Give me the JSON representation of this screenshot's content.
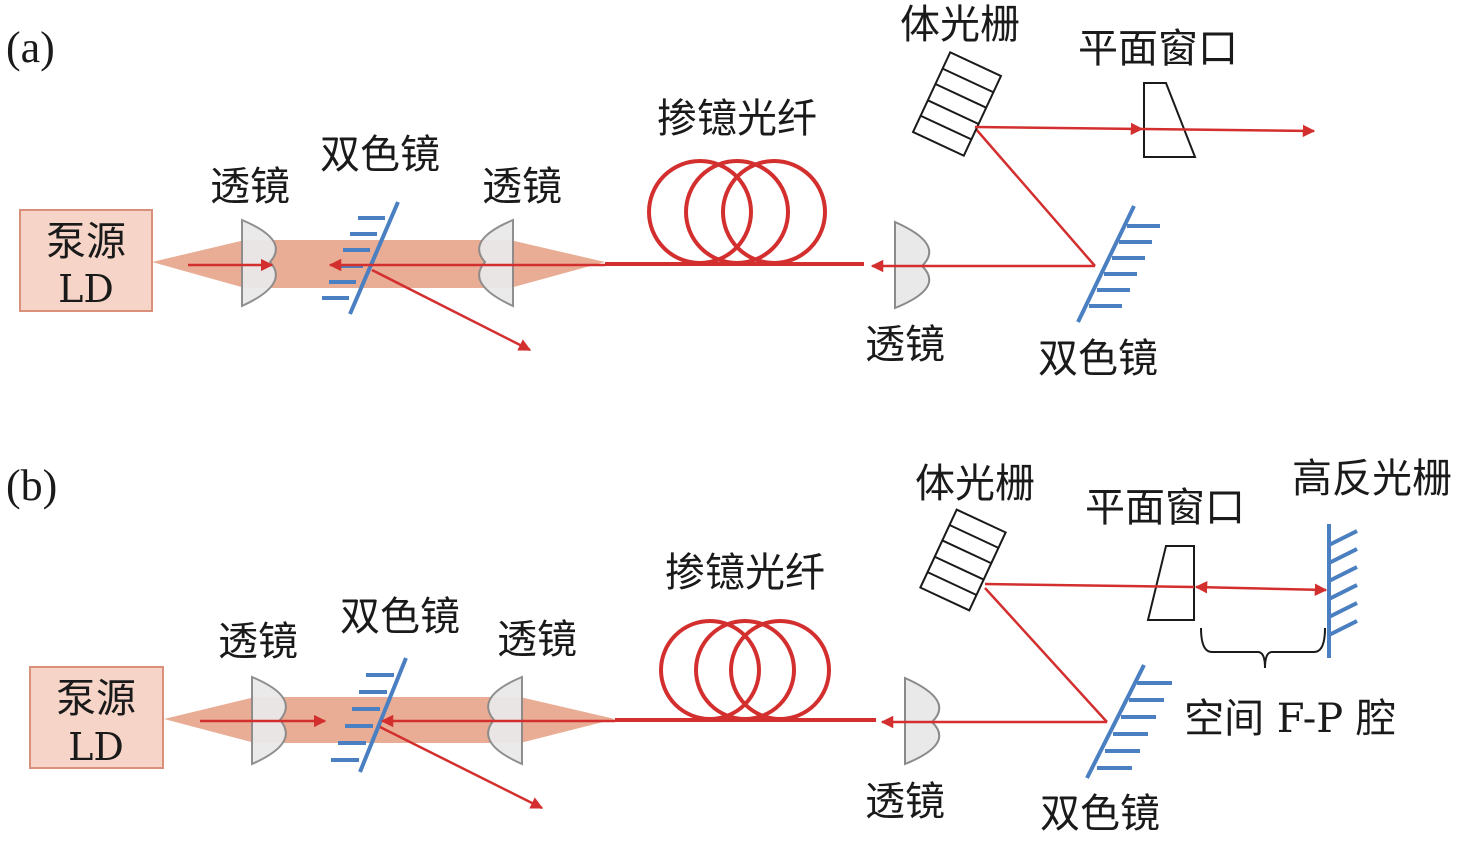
{
  "colors": {
    "beam": "#d32f2f",
    "pump_cone": "#e8ad94",
    "pump_box_fill": "#f6d5c8",
    "pump_box_stroke": "#d9907a",
    "mirror": "#4a7fc1",
    "lens_fill": "#e9e9e9",
    "lens_stroke": "#8a8a8a",
    "outline": "#1a1a1a"
  },
  "panels": [
    {
      "id": "a",
      "label": "(a)",
      "pump": {
        "line1": "泵源",
        "line2": "LD"
      },
      "lens_left": "透镜",
      "dichroic_left": "双色镜",
      "lens_right": "透镜",
      "fiber": "掺镱光纤",
      "vbg": "体光栅",
      "window": "平面窗口",
      "lens_bottom": "透镜",
      "dichroic_right": "双色镜"
    },
    {
      "id": "b",
      "label": "(b)",
      "pump": {
        "line1": "泵源",
        "line2": "LD"
      },
      "lens_left": "透镜",
      "dichroic_left": "双色镜",
      "lens_right": "透镜",
      "fiber": "掺镱光纤",
      "vbg": "体光栅",
      "window": "平面窗口",
      "hr_grating": "高反光栅",
      "cavity": "空间 F-P 腔",
      "lens_bottom": "透镜",
      "dichroic_right": "双色镜"
    }
  ]
}
